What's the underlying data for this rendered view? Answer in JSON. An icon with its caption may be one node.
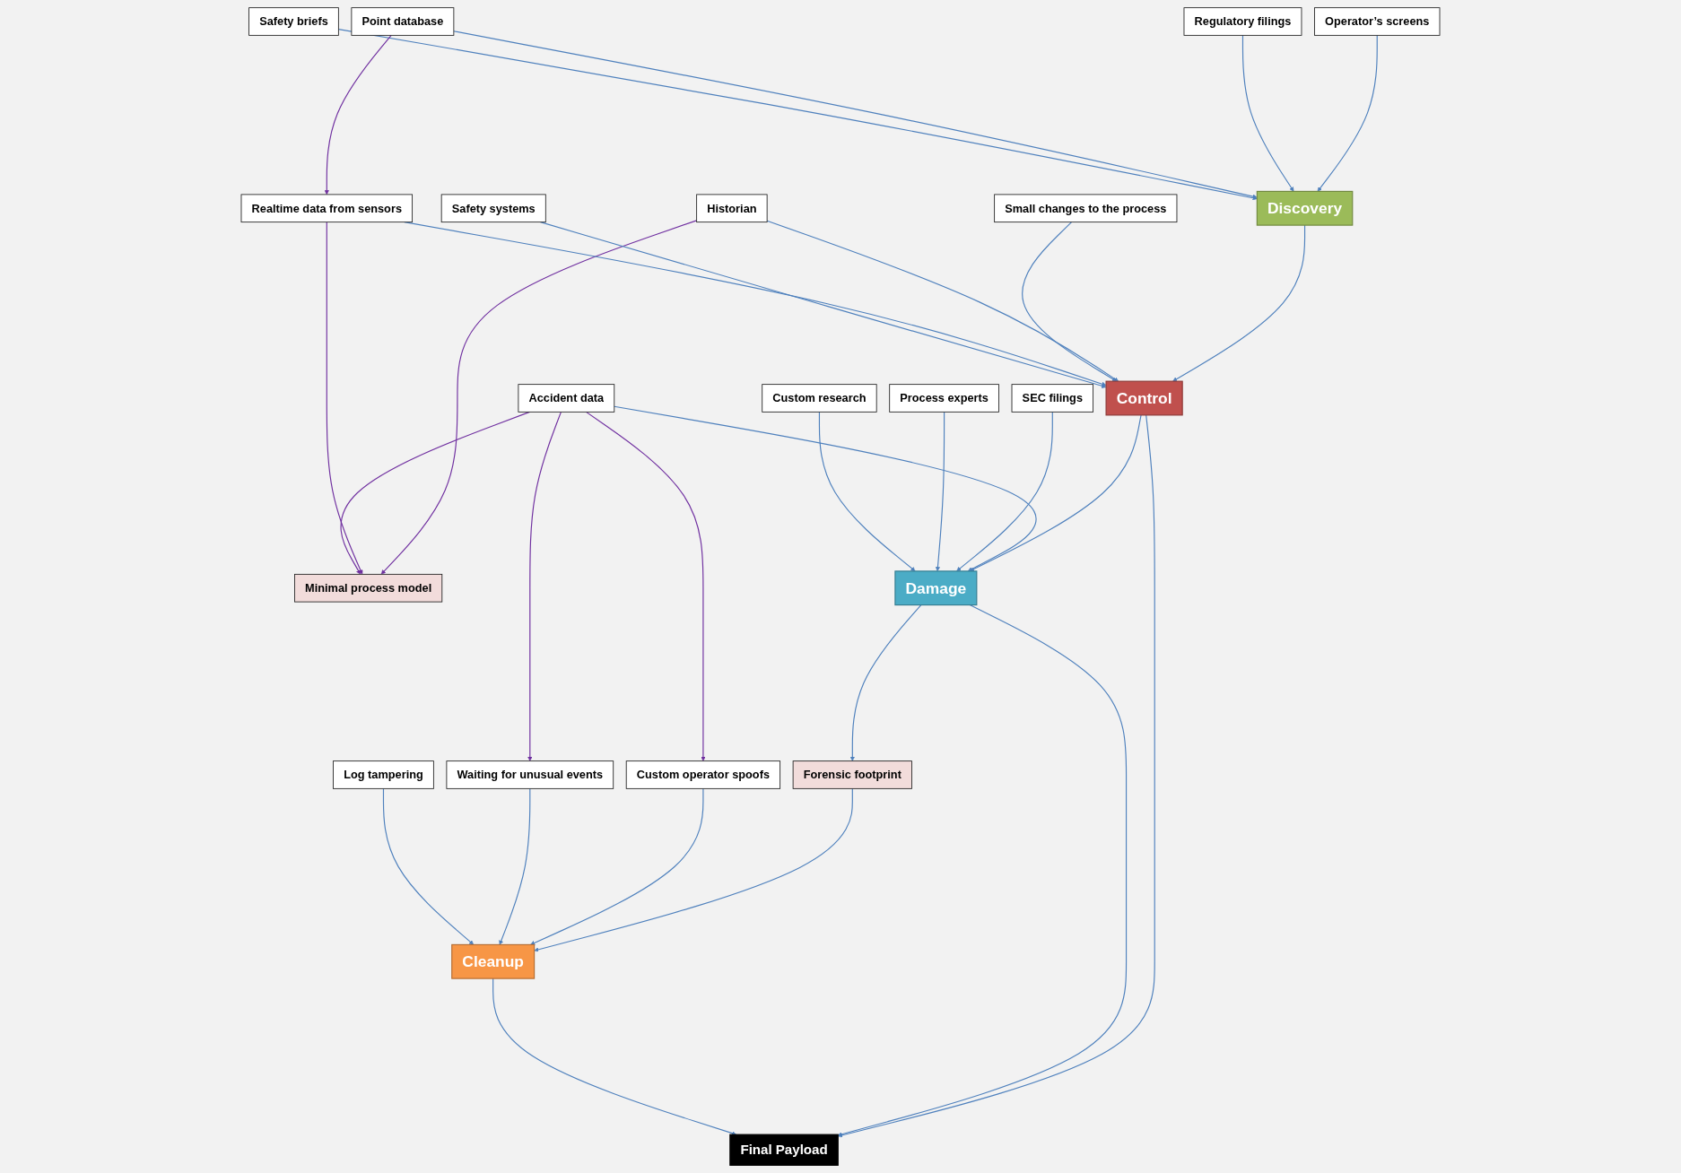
{
  "diagram": {
    "nodes": [
      {
        "text": [
          "Operator’s screens"
        ]
      },
      {
        "text": [
          "Regulatory filings"
        ]
      },
      {
        "text": [
          "Point database"
        ]
      },
      {
        "text": [
          "Safety briefs"
        ]
      },
      {
        "text": [
          "Discovery"
        ]
      },
      {
        "text": [
          "Historian"
        ]
      },
      {
        "text": [
          "Small changes to the process"
        ]
      },
      {
        "text": [
          "Realtime data from sensors"
        ]
      },
      {
        "text": [
          "Safety systems"
        ]
      },
      {
        "text": [
          "Minimal process model"
        ]
      },
      {
        "text": [
          "Control"
        ]
      },
      {
        "text": [
          "Accident data"
        ]
      },
      {
        "text": [
          "SEC filings"
        ]
      },
      {
        "text": [
          "Process experts"
        ]
      },
      {
        "text": [
          "Custom research"
        ]
      },
      {
        "text": [
          "Damage"
        ]
      },
      {
        "text": [
          "Custom operator spoofs"
        ]
      },
      {
        "text": [
          "Waiting for unusual events"
        ]
      },
      {
        "text": [
          "Log tampering"
        ]
      },
      {
        "text": [
          "Forensic footprint"
        ]
      },
      {
        "text": [
          "Cleanup"
        ]
      },
      {
        "text": [
          "Final Payload"
        ]
      }
    ],
    "edges": [
      {
        "from": 0,
        "to": 4,
        "arrow": "to"
      },
      {
        "from": 1,
        "to": 4,
        "arrow": "to"
      },
      {
        "from": 2,
        "to": 4,
        "arrow": "to"
      },
      {
        "from": 3,
        "to": 4,
        "arrow": "to"
      },
      {
        "from": 2,
        "to": 7,
        "arrow": "to",
        "color": "#7030a0"
      },
      {
        "from": 4,
        "to": 10,
        "arrow": "to"
      },
      {
        "from": 5,
        "to": 9,
        "arrow": "to",
        "color": "#7030a0"
      },
      {
        "from": 5,
        "to": 10,
        "arrow": "to"
      },
      {
        "from": 6,
        "to": 10,
        "arrow": "to"
      },
      {
        "from": 7,
        "to": 10,
        "arrow": "to"
      },
      {
        "from": 7,
        "to": 9,
        "arrow": "to",
        "color": "#7030a0"
      },
      {
        "from": 8,
        "to": 10,
        "arrow": "to"
      },
      {
        "from": 11,
        "to": 9,
        "arrow": "to",
        "color": "#7030a0"
      },
      {
        "from": 10,
        "to": 15,
        "arrow": "to"
      },
      {
        "from": 10,
        "to": 21,
        "arrow": "to"
      },
      {
        "from": 11,
        "to": 15,
        "arrow": "to"
      },
      {
        "from": 12,
        "to": 15,
        "arrow": "to"
      },
      {
        "from": 13,
        "to": 15,
        "arrow": "to"
      },
      {
        "from": 14,
        "to": 15,
        "arrow": "to"
      },
      {
        "from": 11,
        "to": 16,
        "arrow": "to",
        "color": "#7030a0"
      },
      {
        "from": 11,
        "to": 17,
        "arrow": "to",
        "color": "#7030a0"
      },
      {
        "from": 15,
        "to": 19,
        "arrow": "to"
      },
      {
        "from": 15,
        "to": 21,
        "arrow": "to"
      },
      {
        "from": 19,
        "to": 20,
        "arrow": "to"
      },
      {
        "from": 16,
        "to": 20,
        "arrow": "to"
      },
      {
        "from": 17,
        "to": 20,
        "arrow": "to"
      },
      {
        "from": 18,
        "to": 20,
        "arrow": "to"
      },
      {
        "from": 20,
        "to": 21,
        "arrow": "to"
      }
    ]
  }
}
